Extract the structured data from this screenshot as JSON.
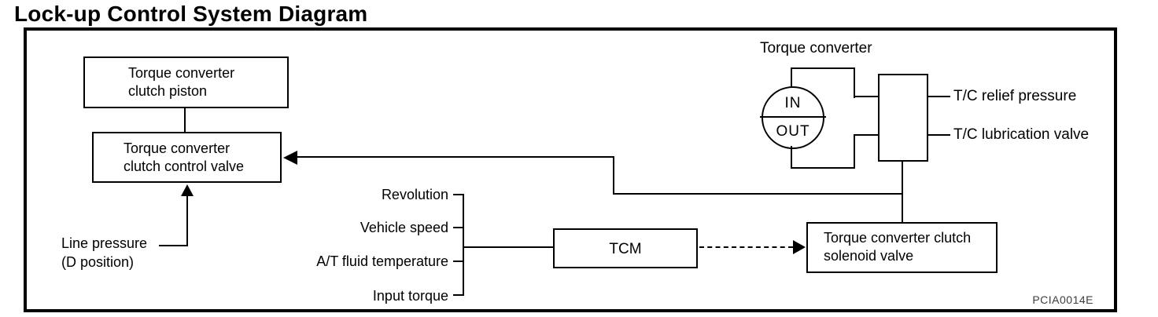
{
  "title": "Lock-up Control System Diagram",
  "watermark": "PCIA0014E",
  "diagram": {
    "boxes": {
      "piston": [
        "Torque converter",
        "clutch piston"
      ],
      "control_valve": [
        "Torque converter",
        "clutch control valve"
      ],
      "tcm": "TCM",
      "solenoid": [
        "Torque converter clutch",
        "solenoid valve"
      ]
    },
    "torque_converter": {
      "label": "Torque converter",
      "in_label": "IN",
      "out_label": "OUT"
    },
    "outputs": {
      "relief": "T/C relief pressure",
      "lubrication": "T/C lubrication valve"
    },
    "inputs": {
      "line_pressure": [
        "Line pressure",
        "(D position)"
      ],
      "tcm_signals": [
        "Revolution",
        "Vehicle speed",
        "A/T fluid temperature",
        "Input torque"
      ]
    },
    "colors": {
      "ink": "#000000",
      "paper": "#ffffff",
      "watermark_ink": "#3d3d3d"
    }
  }
}
